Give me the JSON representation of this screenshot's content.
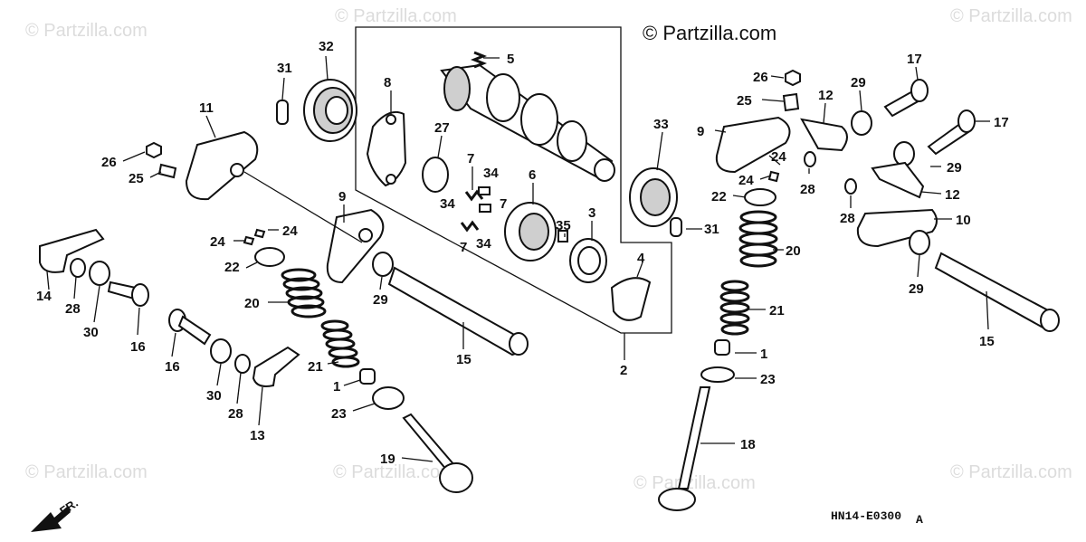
{
  "watermark": {
    "text": "© Partzilla.com"
  },
  "copyright": {
    "text": "© Partzilla.com"
  },
  "diagram_code": {
    "text": "HN14-E0300",
    "suffix": "A"
  },
  "front_marker": {
    "text": "FR."
  },
  "callouts": {
    "p1a": "1",
    "p1b": "1",
    "p2": "2",
    "p3": "3",
    "p4": "4",
    "p5": "5",
    "p6": "6",
    "p7a": "7",
    "p7b": "7",
    "p7c": "7",
    "p8": "8",
    "p9a": "9",
    "p9b": "9",
    "p10": "10",
    "p11": "11",
    "p12a": "12",
    "p12b": "12",
    "p13": "13",
    "p14": "14",
    "p15a": "15",
    "p15b": "15",
    "p16a": "16",
    "p16b": "16",
    "p17a": "17",
    "p17b": "17",
    "p18": "18",
    "p19": "19",
    "p20a": "20",
    "p20b": "20",
    "p21a": "21",
    "p21b": "21",
    "p22a": "22",
    "p22b": "22",
    "p23a": "23",
    "p23b": "23",
    "p24a": "24",
    "p24b": "24",
    "p24c": "24",
    "p24d": "24",
    "p25a": "25",
    "p25b": "25",
    "p26a": "26",
    "p26b": "26",
    "p27": "27",
    "p28a": "28",
    "p28b": "28",
    "p28c": "28",
    "p28d": "28",
    "p29a": "29",
    "p29b": "29",
    "p29c": "29",
    "p29d": "29",
    "p30a": "30",
    "p30b": "30",
    "p31a": "31",
    "p31b": "31",
    "p32": "32",
    "p33": "33",
    "p34a": "34",
    "p34b": "34",
    "p34c": "34",
    "p35": "35"
  }
}
